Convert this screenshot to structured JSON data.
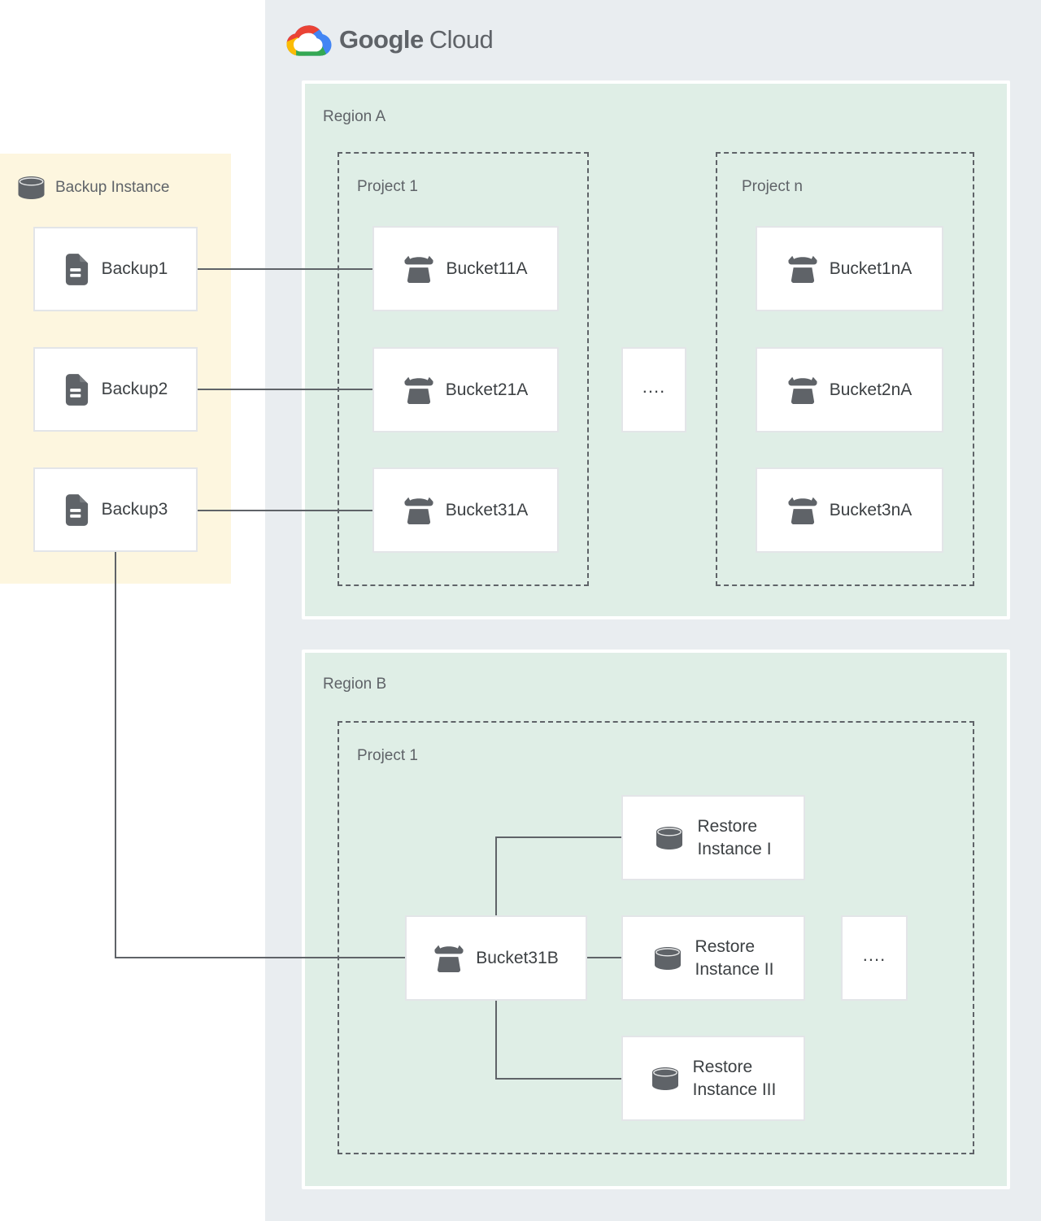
{
  "logo": {
    "icon": "google-cloud-logo",
    "text_primary": "Google",
    "text_secondary": "Cloud"
  },
  "palette": {
    "container_gray": "#e9edf0",
    "region_green": "#dfeee6",
    "backup_yellow": "#fdf6df",
    "line_gray": "#5f6368",
    "node_text": "#3c4043",
    "label_gray": "#5f6368",
    "logo_blue": "#4285f4",
    "logo_red": "#ea4335",
    "logo_yellow": "#fbbc05",
    "logo_green": "#34a853"
  },
  "backup_panel": {
    "title": "Backup Instance",
    "icon": "database-icon",
    "items": [
      {
        "label": "Backup1"
      },
      {
        "label": "Backup2"
      },
      {
        "label": "Backup3"
      }
    ]
  },
  "region_a": {
    "label": "Region A",
    "ellipsis": "....",
    "projects": [
      {
        "label": "Project 1",
        "buckets": [
          {
            "label": "Bucket11A"
          },
          {
            "label": "Bucket21A"
          },
          {
            "label": "Bucket31A"
          }
        ]
      },
      {
        "label": "Project n",
        "buckets": [
          {
            "label": "Bucket1nA"
          },
          {
            "label": "Bucket2nA"
          },
          {
            "label": "Bucket3nA"
          }
        ]
      }
    ]
  },
  "region_b": {
    "label": "Region B",
    "project_label": "Project 1",
    "ellipsis": "....",
    "bucket": {
      "label": "Bucket31B"
    },
    "restore_instances": [
      {
        "line1": "Restore",
        "line2": "Instance I"
      },
      {
        "line1": "Restore",
        "line2": "Instance II"
      },
      {
        "line1": "Restore",
        "line2": "Instance III"
      }
    ]
  }
}
